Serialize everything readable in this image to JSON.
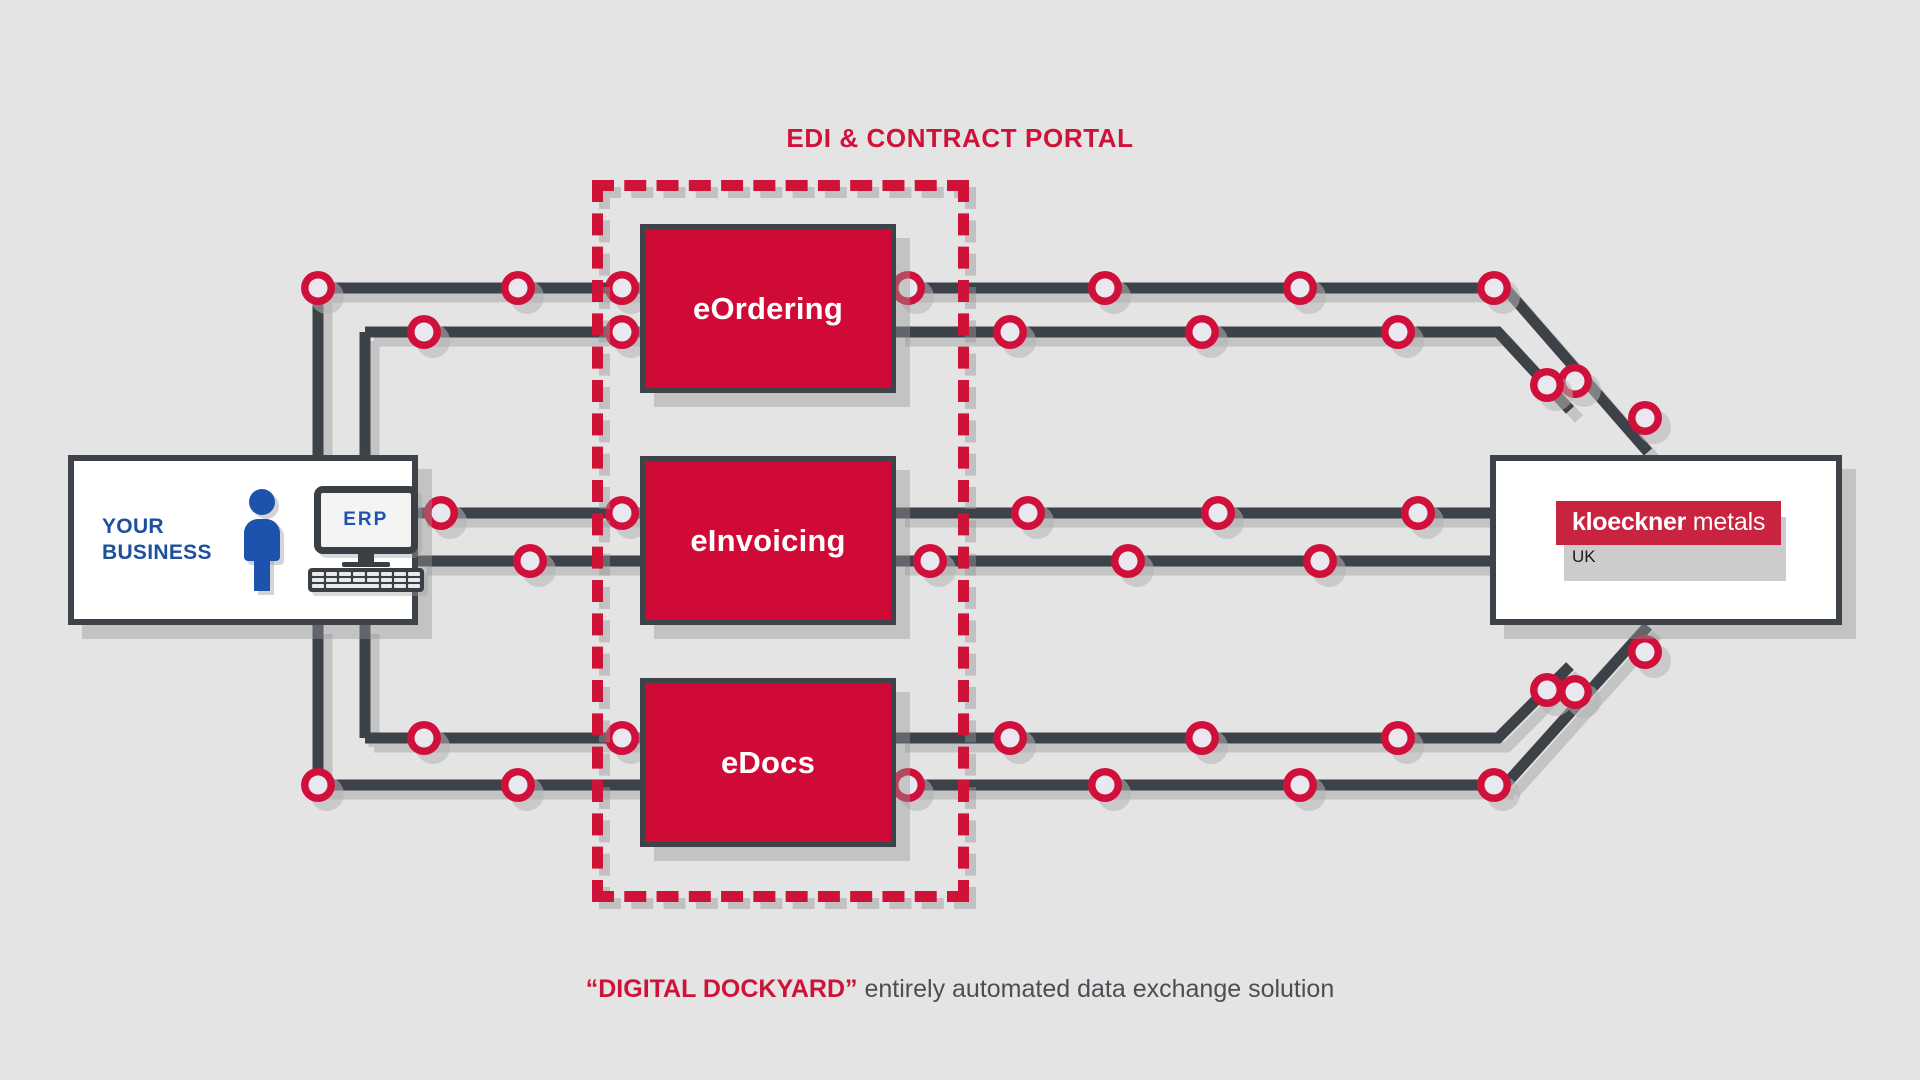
{
  "diagram": {
    "title": "EDI & CONTRACT PORTAL",
    "caption_highlight": "“DIGITAL DOCKYARD”",
    "caption_rest": " entirely automated data exchange solution",
    "background_color": "#e4e4e4",
    "accent_color": "#cf1338",
    "service_fill": "#cf0a37",
    "line_color": "#3e4349",
    "node_ring_color": "#d0103a",
    "node_center_color": "#e8e8ee",
    "blue_color": "#1d53ad"
  },
  "portal": {
    "label": "EDI & CONTRACT PORTAL",
    "services": [
      {
        "id": "eordering",
        "label": "eOrdering"
      },
      {
        "id": "einvoicing",
        "label": "eInvoicing"
      },
      {
        "id": "edocs",
        "label": "eDocs"
      }
    ]
  },
  "business_panel": {
    "label_line1": "YOUR",
    "label_line2": "BUSINESS",
    "person_icon": "person-icon",
    "monitor_icon": "monitor-icon",
    "monitor_text": "ERP",
    "keyboard_icon": "keyboard-icon"
  },
  "kloeckner_panel": {
    "logo_bold": "kloeckner",
    "logo_light": " metals",
    "region": "UK"
  },
  "chart_data": {
    "type": "diagram",
    "title": "EDI & CONTRACT PORTAL",
    "nodes": [
      {
        "id": "your-business",
        "label": "YOUR BUSINESS",
        "side": "left"
      },
      {
        "id": "eordering",
        "label": "eOrdering",
        "side": "center"
      },
      {
        "id": "einvoicing",
        "label": "eInvoicing",
        "side": "center"
      },
      {
        "id": "edocs",
        "label": "eDocs",
        "side": "center"
      },
      {
        "id": "kloeckner-metals-uk",
        "label": "kloeckner metals UK",
        "side": "right"
      }
    ],
    "connections": [
      {
        "from": "your-business",
        "to": "eordering",
        "lanes": 2
      },
      {
        "from": "your-business",
        "to": "einvoicing",
        "lanes": 2
      },
      {
        "from": "your-business",
        "to": "edocs",
        "lanes": 2
      },
      {
        "from": "eordering",
        "to": "kloeckner-metals-uk",
        "lanes": 2
      },
      {
        "from": "einvoicing",
        "to": "kloeckner-metals-uk",
        "lanes": 2
      },
      {
        "from": "edocs",
        "to": "kloeckner-metals-uk",
        "lanes": 2
      }
    ],
    "node_marker_count": 40,
    "legend": "“DIGITAL DOCKYARD” entirely automated data exchange solution"
  }
}
